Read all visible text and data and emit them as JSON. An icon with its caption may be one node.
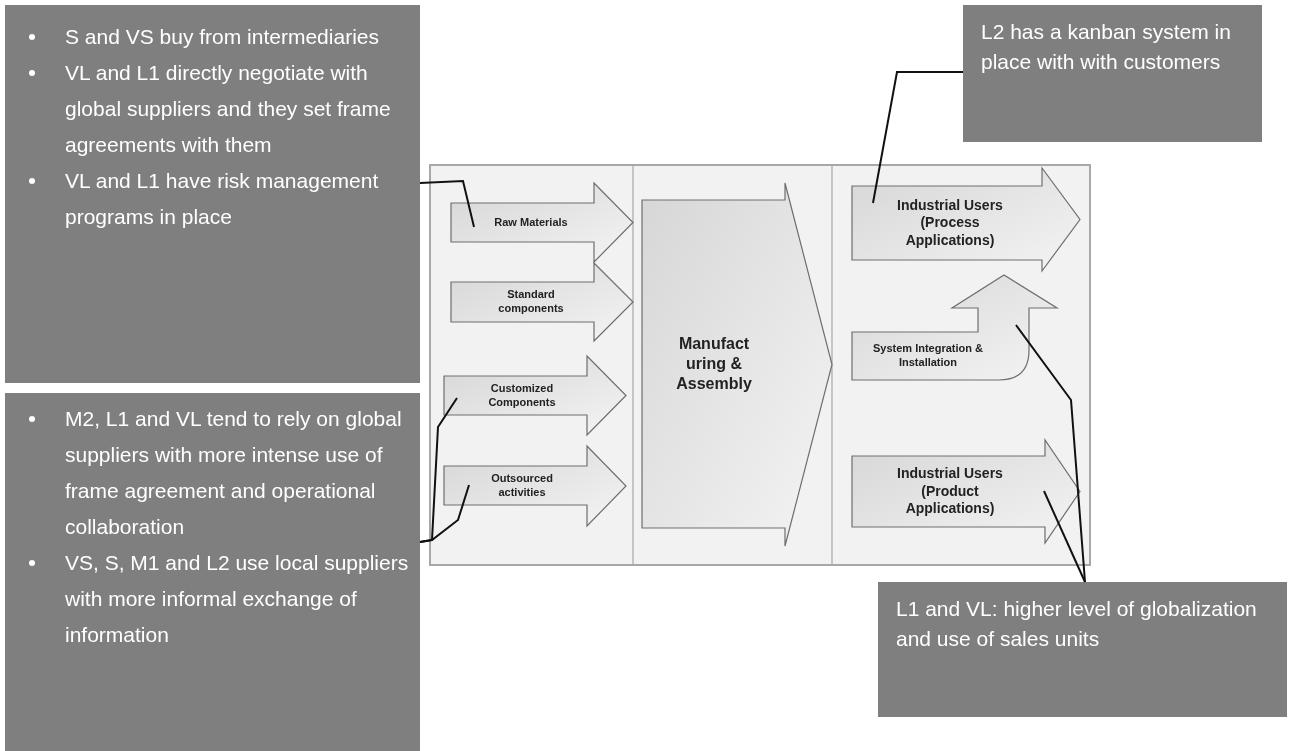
{
  "diagram": {
    "nodes": [
      {
        "text": [
          "S and VS buy from intermediaries",
          "VL and L1 directly negotiate with global suppliers and they set frame agreements with them",
          "VL and L1 have risk management programs in place"
        ]
      },
      {
        "text": [
          "M2, L1 and VL tend to rely on global suppliers with more intense use of frame agreement and operational collaboration",
          "VS, S, M1 and L2 use local suppliers with more informal exchange of information"
        ]
      },
      {
        "text": [
          "L2 has a kanban system in place with with customers"
        ]
      },
      {
        "text": [
          "L1 and VL: higher level of globalization and use of sales units"
        ]
      },
      {
        "text": [
          "Raw Materials"
        ]
      },
      {
        "text": [
          "Standard components"
        ]
      },
      {
        "text": [
          "Customized Components"
        ]
      },
      {
        "text": [
          "Outsourced activities"
        ]
      },
      {
        "text": [
          "Manufact uring & Assembly"
        ]
      },
      {
        "text": [
          "Industrial Users (Process Applications)"
        ]
      },
      {
        "text": [
          "System Integration & Installation"
        ]
      },
      {
        "text": [
          "Industrial Users (Product Applications)"
        ]
      }
    ],
    "edges": [
      {
        "from": 0,
        "to": 4,
        "arrow": "none"
      },
      {
        "from": 1,
        "to": 6,
        "arrow": "none"
      },
      {
        "from": 1,
        "to": 7,
        "arrow": "none"
      },
      {
        "from": 2,
        "to": 9,
        "arrow": "none"
      },
      {
        "from": 3,
        "to": 10,
        "arrow": "none"
      },
      {
        "from": 3,
        "to": 11,
        "arrow": "none"
      }
    ]
  }
}
